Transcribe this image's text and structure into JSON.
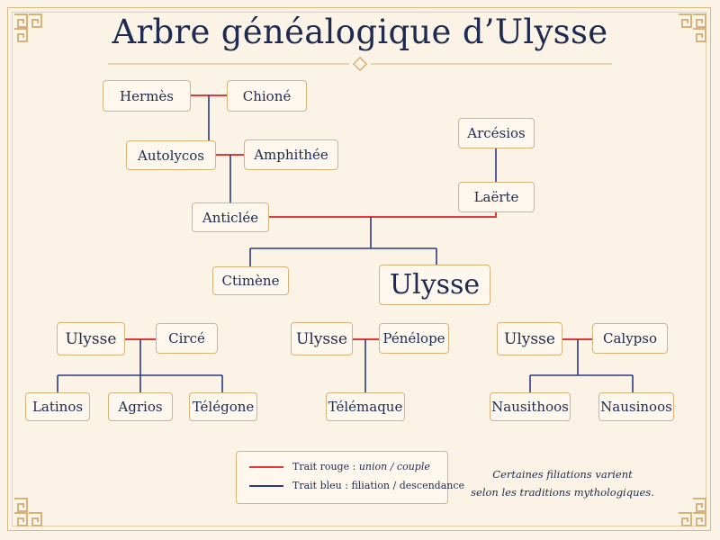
{
  "title": "Arbre généalogique d’Ulysse",
  "colors": {
    "union": "#e23a3a",
    "filiation": "#2b3a86",
    "border": "#d7b27a",
    "text": "#1e2a4f",
    "background": "#fbf3e6"
  },
  "nodes": {
    "hermes": "Hermès",
    "chione": "Chioné",
    "autolycos": "Autolycos",
    "amphithee": "Amphithée",
    "arcesios": "Arcésios",
    "laerte": "Laërte",
    "anticlee": "Anticlée",
    "ctimene": "Ctimène",
    "ulysse_main": "Ulysse",
    "ulysse_circe": "Ulysse",
    "circe": "Circé",
    "latinos": "Latinos",
    "agrios": "Agrios",
    "telegone": "Télégone",
    "ulysse_penelope": "Ulysse",
    "penelope": "Pénélope",
    "telemaque": "Télémaque",
    "ulysse_calypso": "Ulysse",
    "calypso": "Calypso",
    "nausithoos": "Nausithoos",
    "nausinoos": "Nausinoos"
  },
  "legend": {
    "red_prefix": "Trait rouge : ",
    "red_em": "union / couple",
    "blue_text": "Trait bleu : filiation / descendance"
  },
  "note": {
    "line1": "Certaines filiations varient",
    "line2": "selon les traditions mythologiques."
  }
}
